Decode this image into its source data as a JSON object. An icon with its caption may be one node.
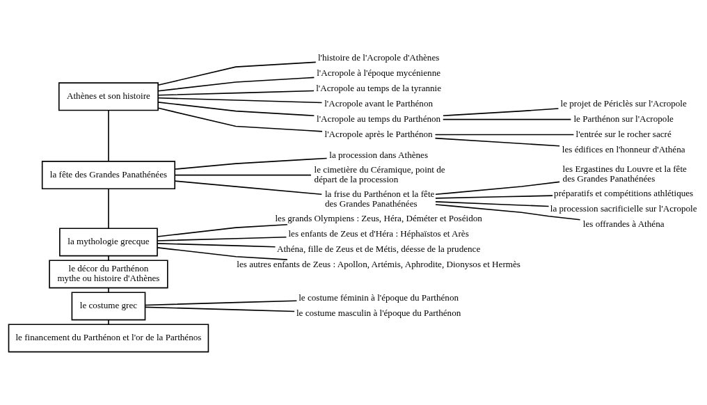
{
  "diagram": {
    "nodes": [
      {
        "text": [
          "Athènes et son histoire"
        ]
      },
      {
        "text": [
          "l'histoire de l'Acropole d'Athènes"
        ]
      },
      {
        "text": [
          "l'Acropole à l'époque mycénienne"
        ]
      },
      {
        "text": [
          "l'Acropole au temps de la tyrannie"
        ]
      },
      {
        "text": [
          "l'Acropole avant le Parthénon"
        ]
      },
      {
        "text": [
          "l'Acropole au temps du Parthénon"
        ]
      },
      {
        "text": [
          "le projet de Périclès sur l'Acropole"
        ]
      },
      {
        "text": [
          "le Parthénon sur l'Acropole"
        ]
      },
      {
        "text": [
          "l'Acropole après le Parthénon"
        ]
      },
      {
        "text": [
          "l'entrée sur le rocher sacré"
        ]
      },
      {
        "text": [
          "les édifices en l'honneur d'Athéna"
        ]
      },
      {
        "text": [
          "la fête des Grandes Panathénées"
        ]
      },
      {
        "text": [
          "la procession dans Athènes"
        ]
      },
      {
        "text": [
          "le cimetière du Céramique, point de départ de la procession"
        ]
      },
      {
        "text": [
          "la frise du Parthénon et la fête des Grandes Panathénées"
        ]
      },
      {
        "text": [
          "les Ergastines du Louvre et la fête des Grandes Panathénées"
        ]
      },
      {
        "text": [
          "préparatifs et compétitions athlétiques"
        ]
      },
      {
        "text": [
          "la procession sacrificielle sur l'Acropole"
        ]
      },
      {
        "text": [
          "les offrandes à Athéna"
        ]
      },
      {
        "text": [
          "la mythologie grecque"
        ]
      },
      {
        "text": [
          "les grands Olympiens : Zeus, Héra, Déméter et Poséidon"
        ]
      },
      {
        "text": [
          "les enfants de Zeus et d'Héra : Héphaïstos et Arès"
        ]
      },
      {
        "text": [
          "Athéna, fille de Zeus et de Métis, déesse de la prudence"
        ]
      },
      {
        "text": [
          "les autres enfants de Zeus : Apollon, Artémis, Aphrodite, Dionysos et Hermès"
        ]
      },
      {
        "text": [
          "le décor du Parthénon",
          "mythe ou histoire d'Athènes"
        ]
      },
      {
        "text": [
          "le costume grec"
        ]
      },
      {
        "text": [
          "le costume féminin à l'époque du Parthénon"
        ]
      },
      {
        "text": [
          "le costume masculin à l'époque du Parthénon"
        ]
      },
      {
        "text": [
          "le financement du Parthénon et l'or de la Parthénos"
        ]
      }
    ],
    "edges": [
      {
        "from": 0,
        "to": 11,
        "arrow": "none"
      },
      {
        "from": 11,
        "to": 19,
        "arrow": "none"
      },
      {
        "from": 19,
        "to": 24,
        "arrow": "none"
      },
      {
        "from": 24,
        "to": 25,
        "arrow": "none"
      },
      {
        "from": 25,
        "to": 28,
        "arrow": "none"
      },
      {
        "from": 0,
        "to": 1,
        "arrow": "none"
      },
      {
        "from": 0,
        "to": 2,
        "arrow": "none"
      },
      {
        "from": 0,
        "to": 3,
        "arrow": "none"
      },
      {
        "from": 0,
        "to": 4,
        "arrow": "none"
      },
      {
        "from": 0,
        "to": 5,
        "arrow": "none"
      },
      {
        "from": 0,
        "to": 8,
        "arrow": "none"
      },
      {
        "from": 5,
        "to": 6,
        "arrow": "none"
      },
      {
        "from": 5,
        "to": 7,
        "arrow": "none"
      },
      {
        "from": 8,
        "to": 9,
        "arrow": "none"
      },
      {
        "from": 8,
        "to": 10,
        "arrow": "none"
      },
      {
        "from": 11,
        "to": 12,
        "arrow": "none"
      },
      {
        "from": 11,
        "to": 13,
        "arrow": "none"
      },
      {
        "from": 11,
        "to": 14,
        "arrow": "none"
      },
      {
        "from": 14,
        "to": 15,
        "arrow": "none"
      },
      {
        "from": 14,
        "to": 16,
        "arrow": "none"
      },
      {
        "from": 14,
        "to": 17,
        "arrow": "none"
      },
      {
        "from": 14,
        "to": 18,
        "arrow": "none"
      },
      {
        "from": 19,
        "to": 20,
        "arrow": "none"
      },
      {
        "from": 19,
        "to": 21,
        "arrow": "none"
      },
      {
        "from": 19,
        "to": 22,
        "arrow": "none"
      },
      {
        "from": 19,
        "to": 23,
        "arrow": "none"
      },
      {
        "from": 25,
        "to": 26,
        "arrow": "none"
      },
      {
        "from": 25,
        "to": 27,
        "arrow": "none"
      }
    ]
  }
}
